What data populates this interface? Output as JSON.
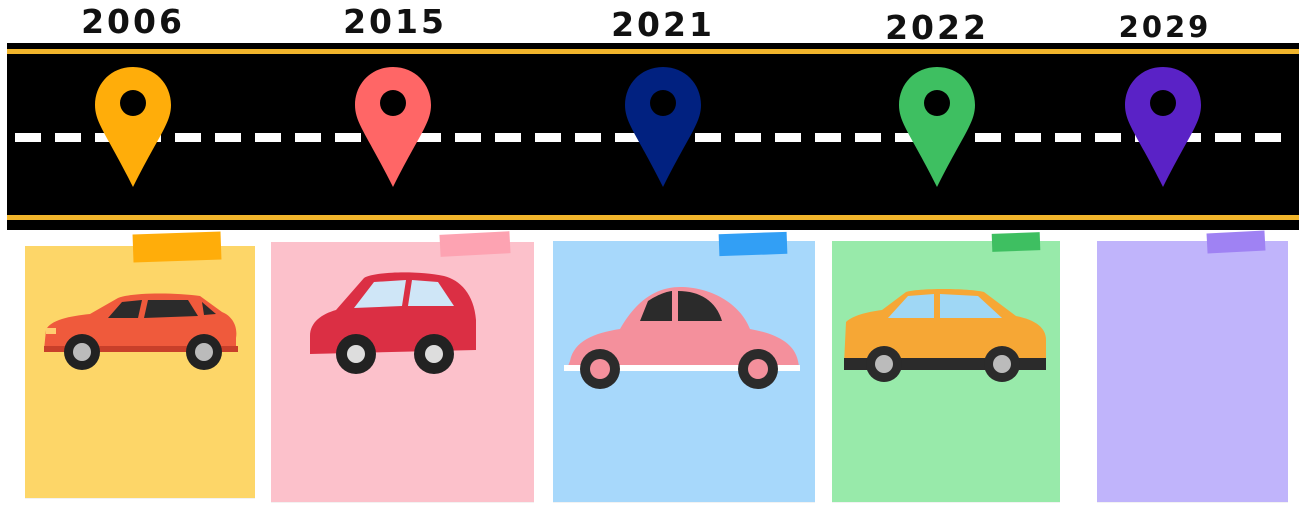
{
  "milestones": [
    {
      "year": "2006",
      "pin_color": "#ffad0a",
      "card_color": "#fdd668",
      "tape_color": "#ffad0a",
      "car": "red-orange-hatchback-icon"
    },
    {
      "year": "2015",
      "pin_color": "#ff6666",
      "card_color": "#fcc1cb",
      "tape_color": "#fda3b2",
      "car": "red-hatchback-icon"
    },
    {
      "year": "2021",
      "pin_color": "#012180",
      "card_color": "#a7d8fb",
      "tape_color": "#329ff5",
      "car": "pink-beetle-icon"
    },
    {
      "year": "2022",
      "pin_color": "#3ebf61",
      "card_color": "#98eaaa",
      "tape_color": "#3ebf61",
      "car": "orange-taxi-sedan-icon"
    },
    {
      "year": "2029",
      "pin_color": "#5a22c6",
      "card_color": "#c0b4fb",
      "tape_color": "#9f82f3",
      "car": null
    }
  ],
  "road_colors": {
    "asphalt": "#000000",
    "edge_line": "#f1b52b",
    "center_dash": "#ffffff"
  }
}
